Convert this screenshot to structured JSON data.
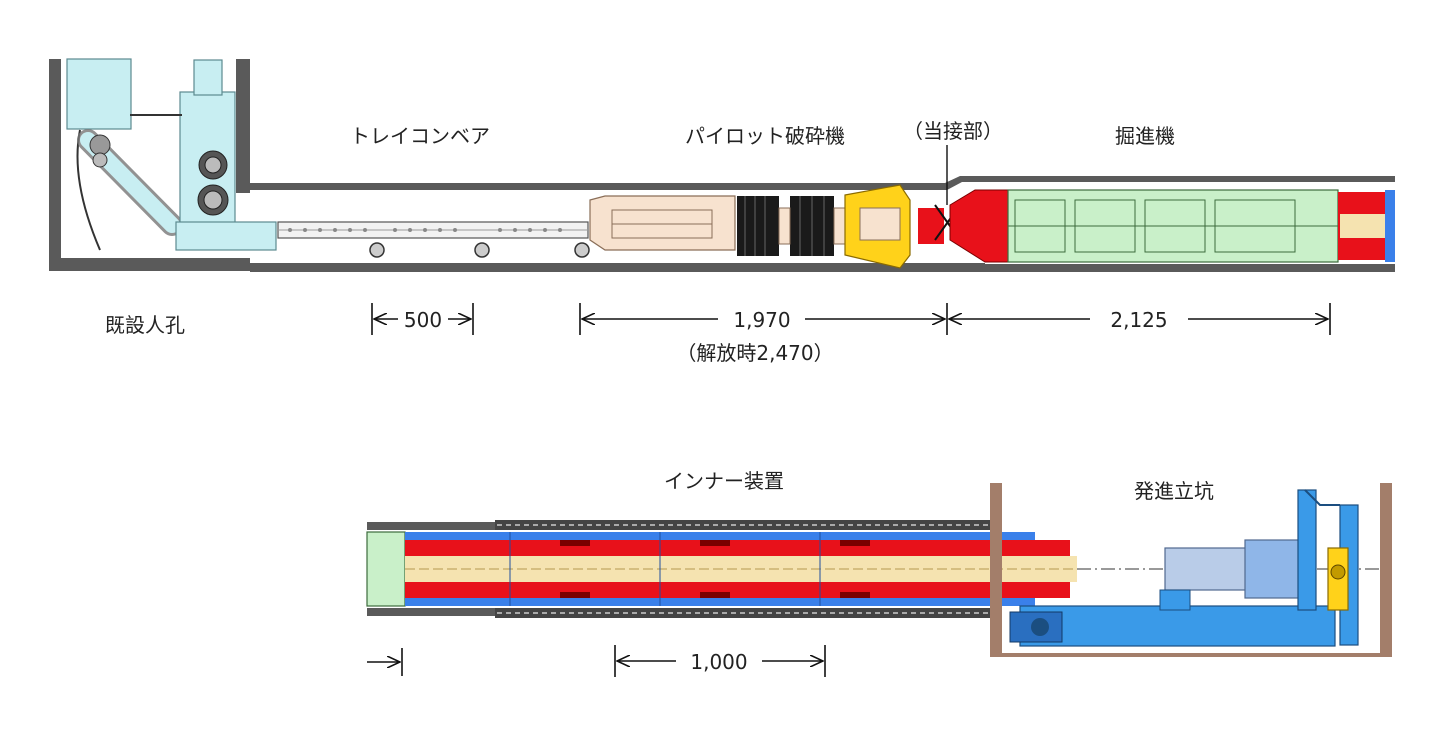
{
  "top": {
    "labels": {
      "existing_manhole": "既設人孔",
      "tray_conveyor": "トレイコンベア",
      "pilot_crusher": "パイロット破砕機",
      "contact_part": "（当接部）",
      "tunneling_machine": "掘進機"
    },
    "dimensions": {
      "conveyor_pitch": "500",
      "crusher_length": "1,970",
      "crusher_length_released": "（解放時2,470）",
      "machine_length": "2,125"
    }
  },
  "bottom": {
    "labels": {
      "inner_device": "インナー装置",
      "launch_shaft": "発進立坑"
    },
    "dimensions": {
      "inner_pitch": "1,000"
    }
  },
  "colors": {
    "wall": "#555555",
    "equipment_cyan": "#c8eef2",
    "conveyor": "#f2f2f2",
    "crusher_beige": "#f7e2cf",
    "crusher_black": "#1a1a1a",
    "crusher_yellow": "#ffd21a",
    "cutter_red": "#e8111a",
    "machine_green": "#c9f0c9",
    "pipe_blue": "#3a80ea",
    "pipe_core": "#f5e3b0",
    "frame_blue": "#3a9ae8"
  }
}
